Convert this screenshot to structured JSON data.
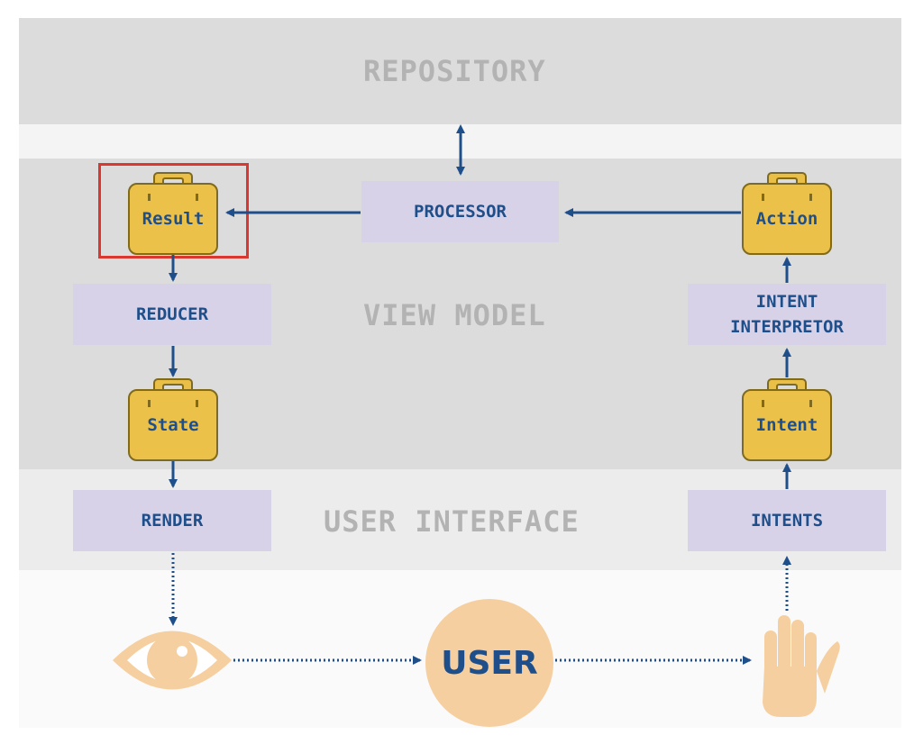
{
  "layers": {
    "repository": "REPOSITORY",
    "view_model": "VIEW MODEL",
    "user_interface": "USER INTERFACE"
  },
  "boxes": {
    "processor": "PROCESSOR",
    "reducer": "REDUCER",
    "intent_interpretor_line1": "INTENT",
    "intent_interpretor_line2": "INTERPRETOR",
    "render": "RENDER",
    "intents": "INTENTS"
  },
  "cases": {
    "result": "Result",
    "action": "Action",
    "state": "State",
    "intent": "Intent"
  },
  "user": {
    "label": "USER",
    "eye_icon": "eye-icon",
    "hand_icon": "hand-icon"
  },
  "colors": {
    "box_fill": "#d8d2e9",
    "case_fill": "#ebc14a",
    "arrow": "#1f4f8a",
    "highlight": "#d9372f",
    "user_fill": "#f5cfa0"
  }
}
